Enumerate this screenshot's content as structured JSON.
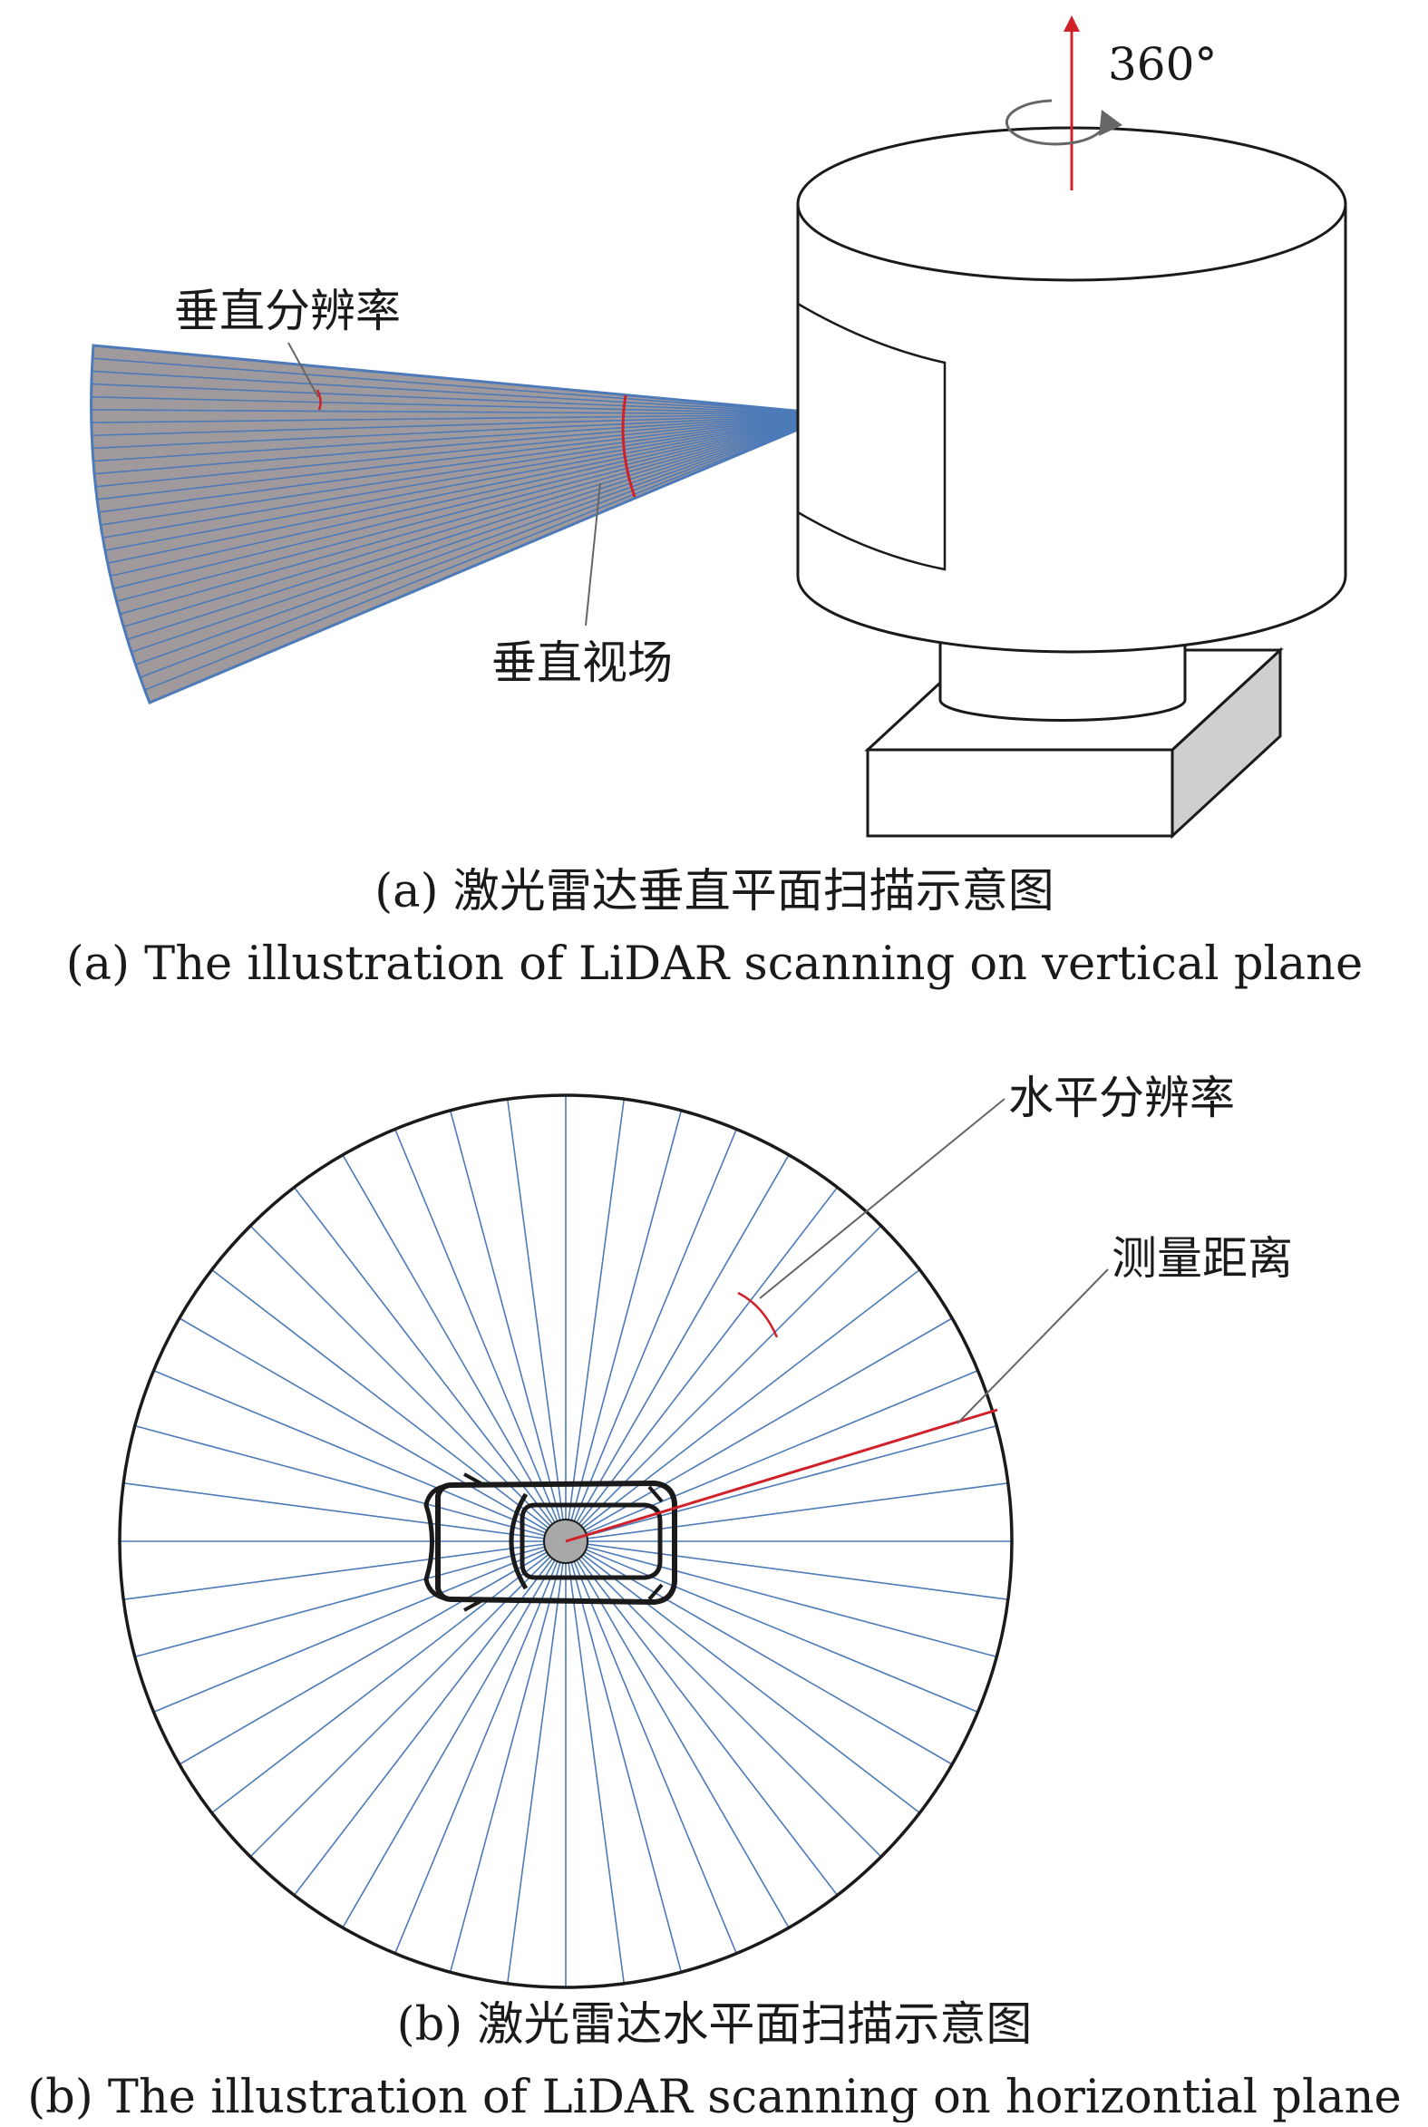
{
  "panel_a": {
    "rotation_label": "360°",
    "vertical_resolution_label": "垂直分辨率",
    "vertical_fov_label": "垂直视场",
    "caption_cn": "(a) 激光雷达垂直平面扫描示意图",
    "caption_en": "(a) The illustration of LiDAR scanning on vertical plane"
  },
  "panel_b": {
    "horizontal_resolution_label": "水平分辨率",
    "measure_distance_label": "测量距离",
    "caption_cn": "(b) 激光雷达水平面扫描示意图",
    "caption_en": "(b) The illustration of LiDAR scanning on horizontial plane"
  },
  "colors": {
    "beam": "#4d7ab8",
    "fan_fill": "#a09a9c",
    "highlight": "#d0202a",
    "outline": "#1a1a1a",
    "base_shade": "#cfcfcf",
    "sensor_dot": "#a8a8a8"
  }
}
